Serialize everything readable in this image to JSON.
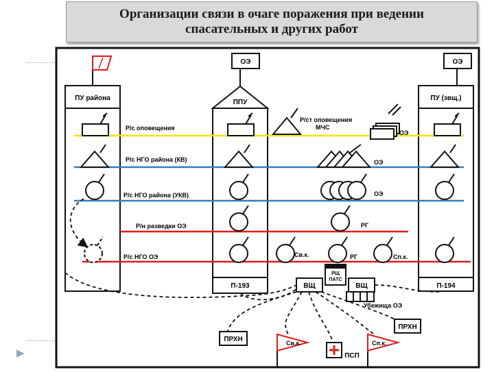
{
  "title": {
    "line1": "Организации связи  в очаге поражения при ведении",
    "line2": "спасательных и других работ"
  },
  "nodes": {
    "oe_top_center": "ОЭ",
    "oe_top_right": "ОЭ",
    "pu_rayona": "ПУ района",
    "ppu": "ППУ",
    "pu_zvsch": "ПУ (звщ.)",
    "p193": "П-193",
    "p194": "П-194",
    "vsch_left": "ВЩ",
    "vsch_right": "ВЩ",
    "rsch_pats_1": "РЩ",
    "rsch_pats_2": "ПАТС",
    "ubezhischa": "Убежища ОЭ",
    "prhn_right": "ПРХН",
    "prhn_left": "ПРХН",
    "psp": "ПСП",
    "flag_svk": "Св.к.",
    "flag_spk": "Сп.к."
  },
  "network_labels": {
    "rs_opoveshcheniya": "Р/с оповещения",
    "rst_opoveshcheniya_1": "Р/ст оповещения",
    "rst_opoveshcheniya_2": "МЧС",
    "oe_mchs": "ОЭ",
    "rs_ngo_kv": "Р/с НГО района   (КВ)",
    "oe_kv": "ОЭ",
    "rs_ngo_ukv": "Р/с НГО района  (УКВ)",
    "oe_ukv": "ОЭ",
    "rn_razvedki": "Р/н разведки ОЭ",
    "rg_razvedki": "РГ",
    "rs_ngo_oe": "Р/с НГО ОЭ",
    "svk_station": "Св.к.",
    "rg_station": "РГ",
    "spk_station": "Сп.к."
  },
  "colors": {
    "yellow_line": "#f2e500",
    "blue_line": "#2e7fbf",
    "red_line": "#e01b1b",
    "diagram_ink": "#111111"
  }
}
